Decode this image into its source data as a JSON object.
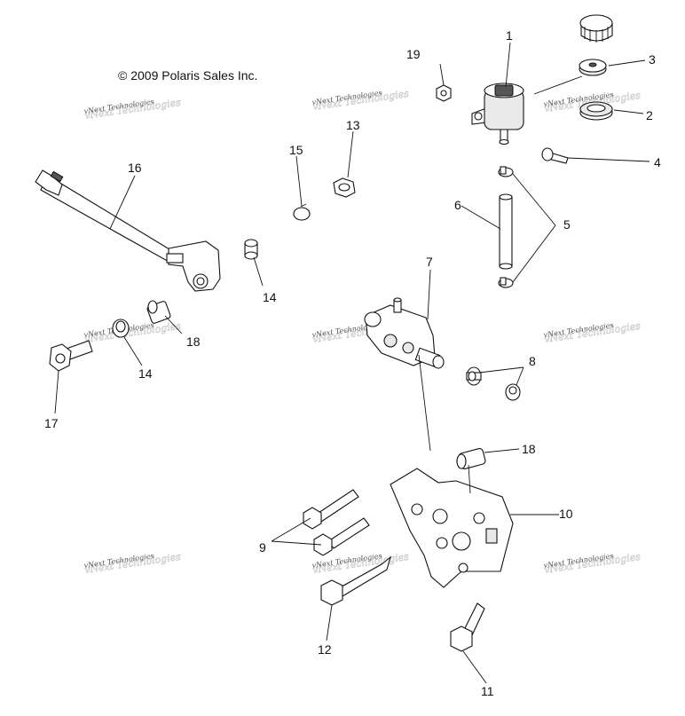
{
  "copyright": "© 2009 Polaris Sales Inc.",
  "watermark": "vNext Technologies",
  "callouts": {
    "c1": "1",
    "c2": "2",
    "c3": "3",
    "c4": "4",
    "c5": "5",
    "c6": "6",
    "c7": "7",
    "c8": "8",
    "c9": "9",
    "c10": "10",
    "c11": "11",
    "c12": "12",
    "c13": "13",
    "c14a": "14",
    "c14b": "14",
    "c15": "15",
    "c16": "16",
    "c17": "17",
    "c18a": "18",
    "c18b": "18",
    "c19": "19"
  }
}
